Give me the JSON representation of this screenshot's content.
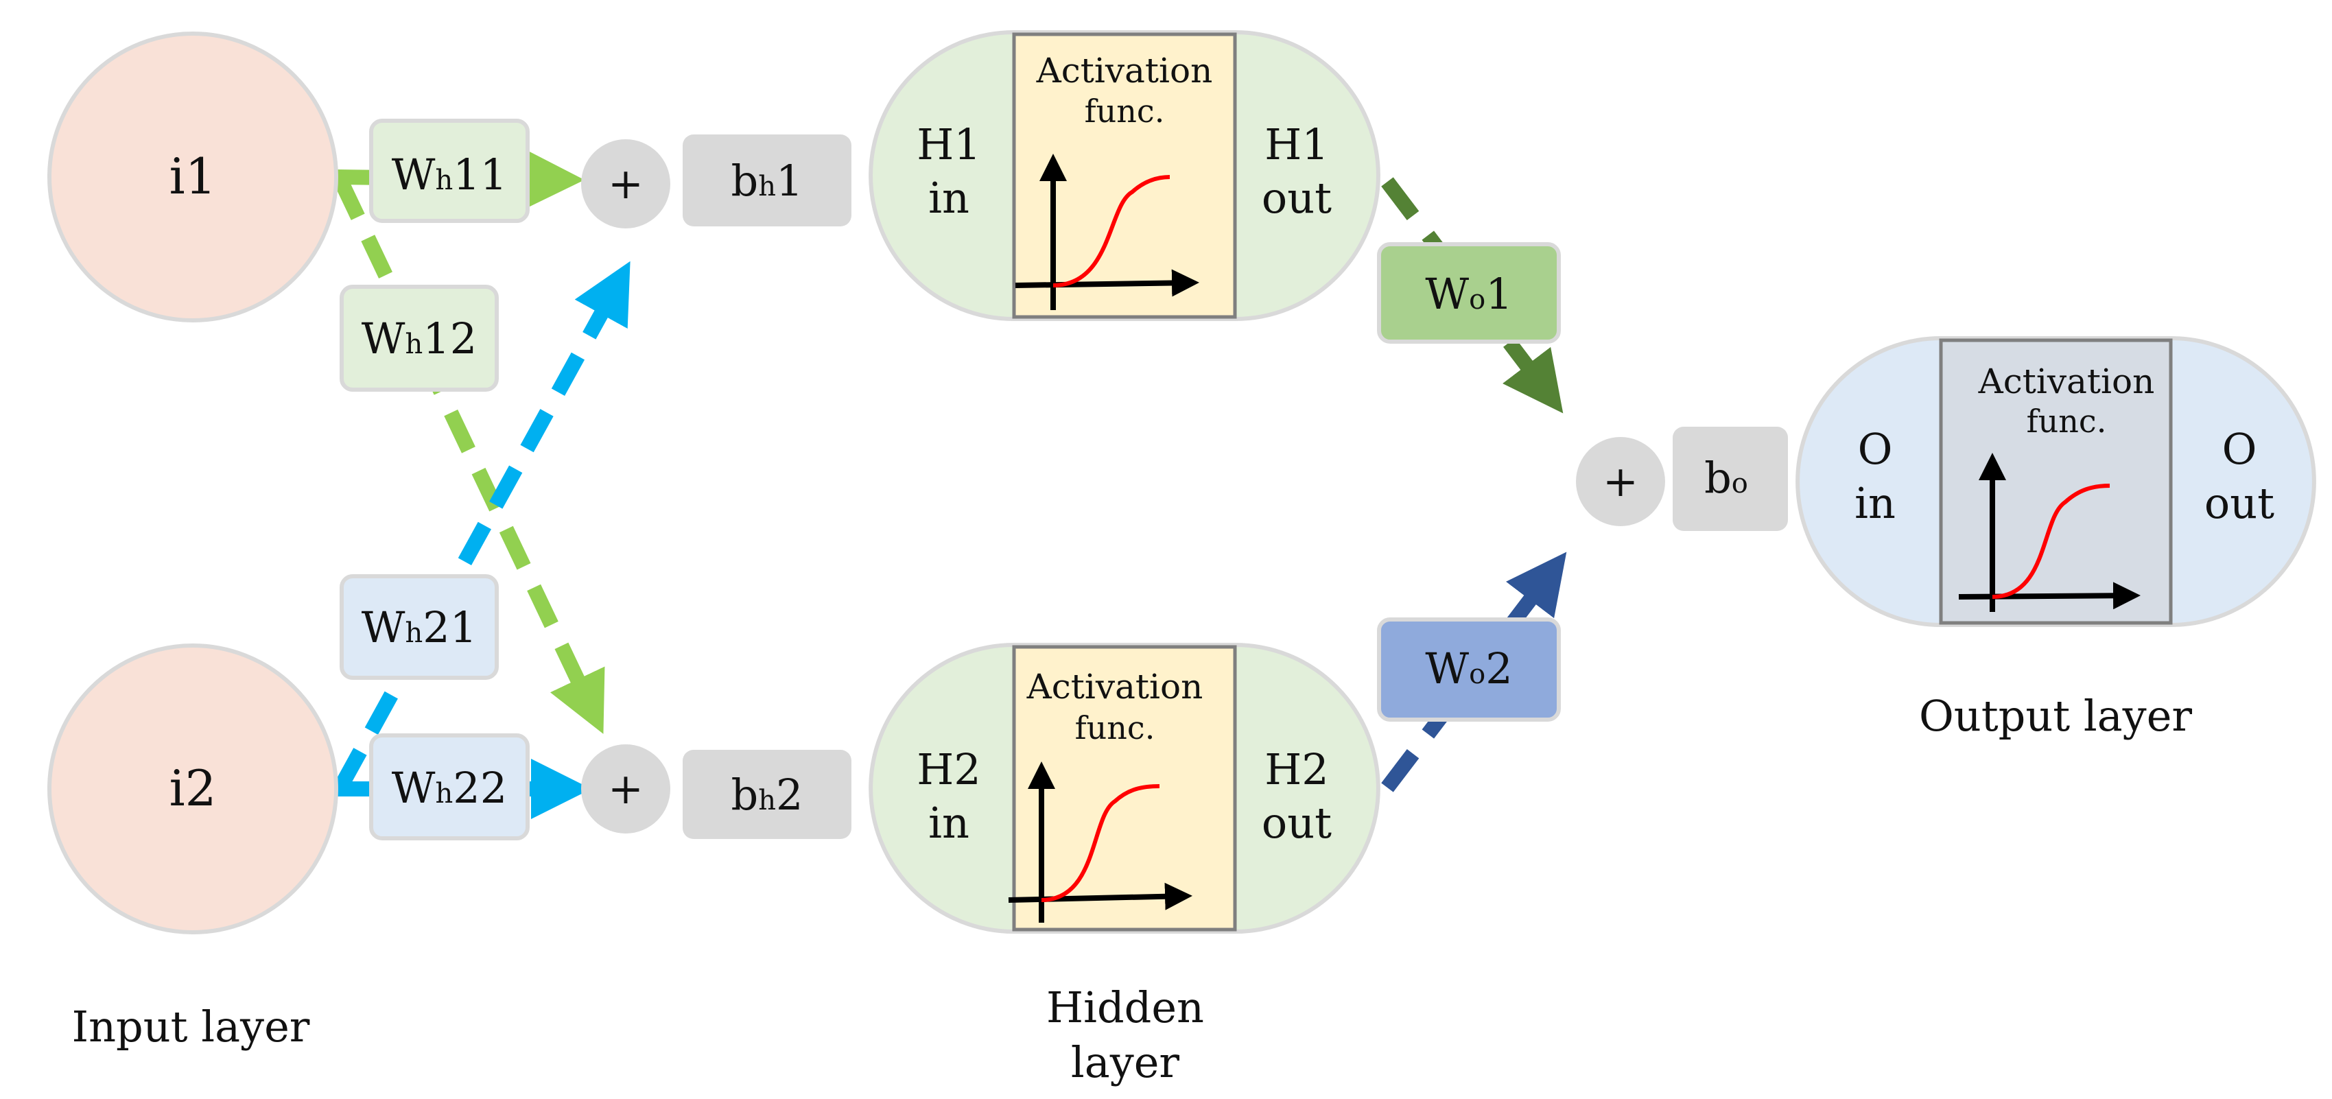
{
  "colors": {
    "input_node": "#f9e1d7",
    "hidden_side": "#e2efda",
    "hidden_center": "#fff2cc",
    "output_side": "#dde9f6",
    "output_center": "#d6dce4",
    "weight_green_box": "#e2efda",
    "weight_blue_box": "#dde9f6",
    "wo1_box": "#a9d08e",
    "wo2_box": "#8faadc",
    "gray_box": "#d9d9d9",
    "arrow_light_green": "#92d050",
    "arrow_light_blue": "#00b0f0",
    "arrow_dark_green": "#548235",
    "arrow_dark_blue": "#2f5597",
    "sigmoid": "#ff0000"
  },
  "inputs": [
    {
      "label": "i1"
    },
    {
      "label": "i2"
    }
  ],
  "weights": {
    "wh11": {
      "base": "W",
      "sub": "h",
      "tail": "11"
    },
    "wh12": {
      "base": "W",
      "sub": "h",
      "tail": "12"
    },
    "wh21": {
      "base": "W",
      "sub": "h",
      "tail": "21"
    },
    "wh22": {
      "base": "W",
      "sub": "h",
      "tail": "22"
    },
    "wo1": {
      "base": "W",
      "sub": "o",
      "tail": "1"
    },
    "wo2": {
      "base": "W",
      "sub": "o",
      "tail": "2"
    }
  },
  "sum_symbol": "+",
  "biases": {
    "bh1": {
      "base": "b",
      "sub": "h",
      "tail": "1"
    },
    "bh2": {
      "base": "b",
      "sub": "h",
      "tail": "2"
    },
    "bo": {
      "base": "b",
      "sub": "o",
      "tail": ""
    }
  },
  "hidden_neurons": [
    {
      "in_line1": "H1",
      "in_line2": "in",
      "act_line1": "Activation",
      "act_line2": "func.",
      "out_line1": "H1",
      "out_line2": "out"
    },
    {
      "in_line1": "H2",
      "in_line2": "in",
      "act_line1": "Activation",
      "act_line2": "func.",
      "out_line1": "H2",
      "out_line2": "out"
    }
  ],
  "output_neuron": {
    "in_line1": "O",
    "in_line2": "in",
    "act_line1": "Activation",
    "act_line2": "func.",
    "out_line1": "O",
    "out_line2": "out"
  },
  "layer_labels": {
    "input": "Input layer",
    "hidden_line1": "Hidden",
    "hidden_line2": "layer",
    "output": "Output layer"
  }
}
